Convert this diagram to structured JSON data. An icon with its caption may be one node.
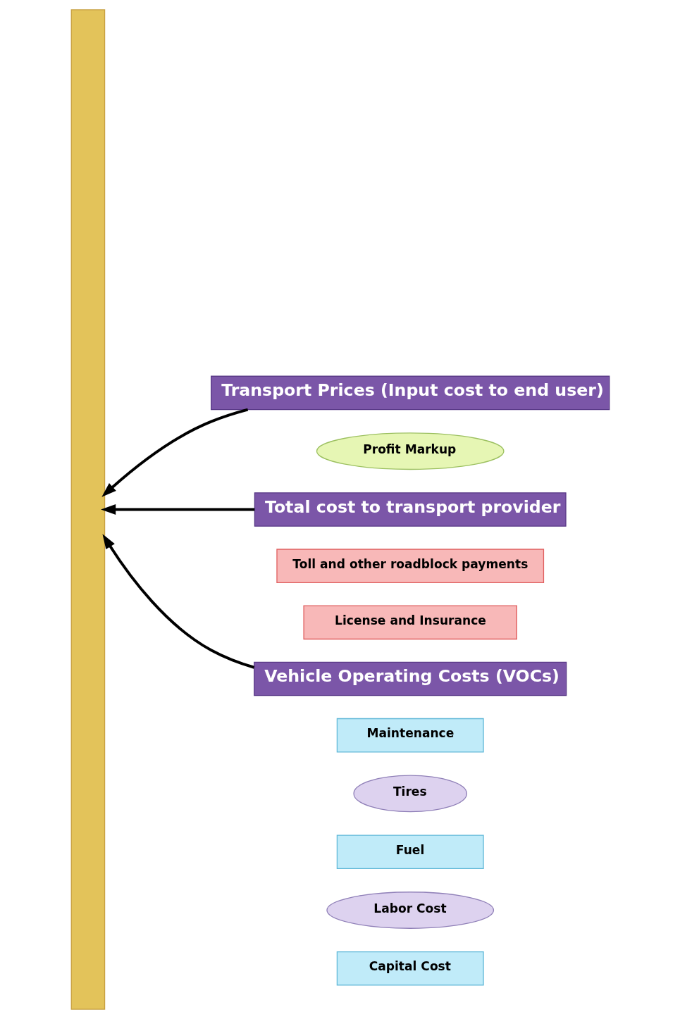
{
  "diagram": {
    "nodes": [
      {
        "text": [],
        "shape": "arrow"
      },
      {
        "text": [
          "Transport Prices (Input cost to end user)"
        ]
      },
      {
        "text": [
          "Profit Markup"
        ]
      },
      {
        "text": [
          "Total cost to transport provider"
        ]
      },
      {
        "text": [
          "Toll and other roadblock payments"
        ]
      },
      {
        "text": [
          "License and Insurance"
        ]
      },
      {
        "text": [
          "Vehicle Operating Costs (VOCs)"
        ]
      },
      {
        "text": [
          "Maintenance"
        ]
      },
      {
        "text": [
          "Tires"
        ]
      },
      {
        "text": [
          "Fuel"
        ]
      },
      {
        "text": [
          "Labor Cost"
        ]
      },
      {
        "text": [
          "Capital Cost"
        ]
      }
    ],
    "edges": [
      {
        "from": 1,
        "to": 0,
        "arrow": "to"
      },
      {
        "from": 3,
        "to": 0,
        "arrow": "to"
      },
      {
        "from": 6,
        "to": 0,
        "arrow": "to"
      }
    ]
  }
}
